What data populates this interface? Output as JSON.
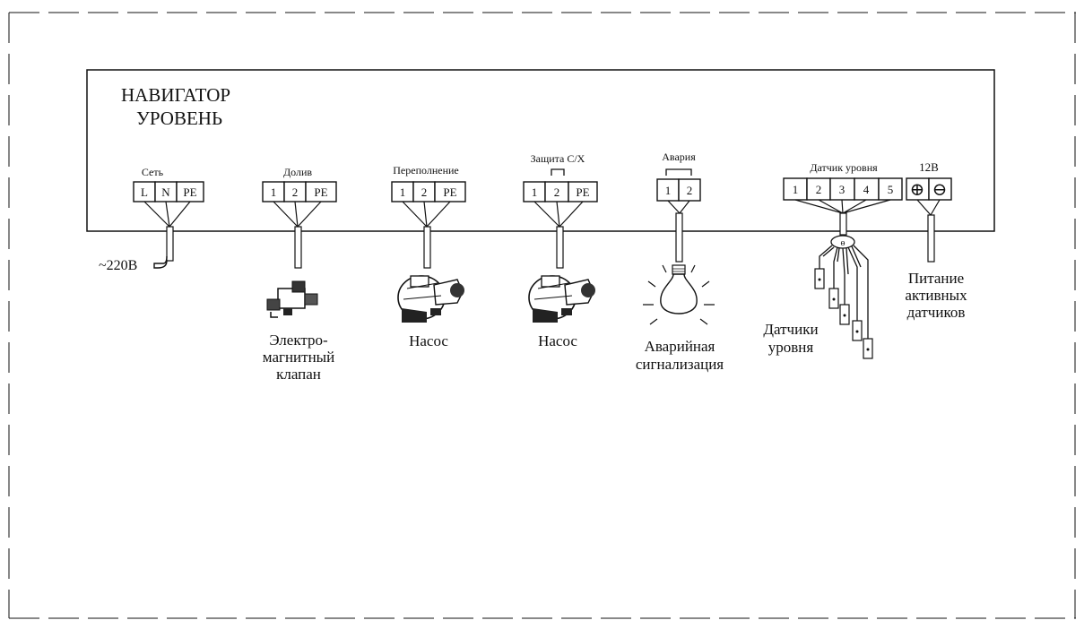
{
  "title": {
    "line1": "НАВИГАТОР",
    "line2": "УРОВЕНЬ"
  },
  "groups": [
    {
      "label": "Сеть",
      "terminals": [
        "L",
        "N",
        "PE"
      ],
      "device": "~220В"
    },
    {
      "label": "Долив",
      "terminals": [
        "1",
        "2",
        "PE"
      ],
      "device_lines": [
        "Электро-",
        "магнитный",
        "клапан"
      ]
    },
    {
      "label": "Переполнение",
      "terminals": [
        "1",
        "2",
        "PE"
      ],
      "device_lines": [
        "Насос"
      ]
    },
    {
      "label": "Защита С/Х",
      "terminals": [
        "1",
        "2",
        "PE"
      ],
      "device_lines": [
        "Насос"
      ]
    },
    {
      "label": "Авария",
      "terminals": [
        "1",
        "2"
      ],
      "device_lines": [
        "Аварийная",
        "сигнализация"
      ]
    },
    {
      "label": "Датчик уровня",
      "terminals": [
        "1",
        "2",
        "3",
        "4",
        "5"
      ],
      "device_lines": [
        "Датчики",
        "уровня"
      ]
    },
    {
      "label": "12В",
      "terminals": [
        "⊕",
        "⊖"
      ],
      "device_lines": [
        "Питание",
        "активных",
        "датчиков"
      ]
    }
  ],
  "icons": [
    "valve-icon",
    "pump-icon",
    "lamp-icon",
    "sensor-probes-icon"
  ]
}
